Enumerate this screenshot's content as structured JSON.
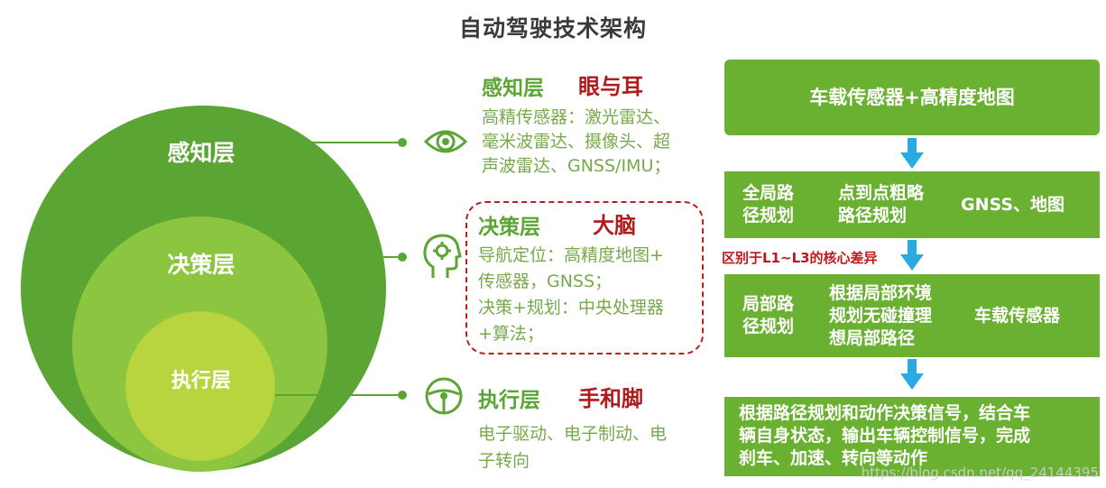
{
  "title": "自动驾驶技术架构",
  "circles": {
    "outer_label": "感知层",
    "middle_label": "决策层",
    "inner_label": "执行层"
  },
  "layers": [
    {
      "name": "感知层",
      "organ": "眼与耳",
      "icon": "eye-icon",
      "desc": [
        "高精传感器：激光雷达、",
        "毫米波雷达、摄像头、超",
        "声波雷达、GNSS/IMU；"
      ]
    },
    {
      "name": "决策层",
      "organ": "大脑",
      "icon": "brain-gear-icon",
      "desc": [
        "导航定位：高精度地图+",
        "传感器，GNSS；",
        "决策+规划：中央处理器",
        "+算法；"
      ]
    },
    {
      "name": "执行层",
      "organ": "手和脚",
      "icon": "steering-wheel-icon",
      "desc": [
        "电子驱动、电子制动、电",
        "子转向"
      ]
    }
  ],
  "flow": {
    "box1": "车载传感器+高精度地图",
    "box2": {
      "col1": [
        "全局路",
        "径规划"
      ],
      "col2": [
        "点到点粗略",
        "路径规划"
      ],
      "col3": "GNSS、地图"
    },
    "note": "区别于L1~L3的核心差异",
    "box3": {
      "col1": [
        "局部路",
        "径规划"
      ],
      "col2": [
        "根据局部环境",
        "规划无碰撞理",
        "想局部路径"
      ],
      "col3": "车载传感器"
    },
    "box4": [
      "根据路径规划和动作决策信号，结合车",
      "辆自身状态，输出车辆控制信号，完成",
      "刹车、加速、转向等动作"
    ]
  },
  "watermark": "https://blog.csdn.net/qq_24144395",
  "colors": {
    "outer_circle": "#5aa533",
    "middle_circle": "#8cc53f",
    "inner_circle": "#b8d43f",
    "flow_box": "#6ab132",
    "arrow": "#29abe2",
    "accent_red": "#b01a1a"
  }
}
